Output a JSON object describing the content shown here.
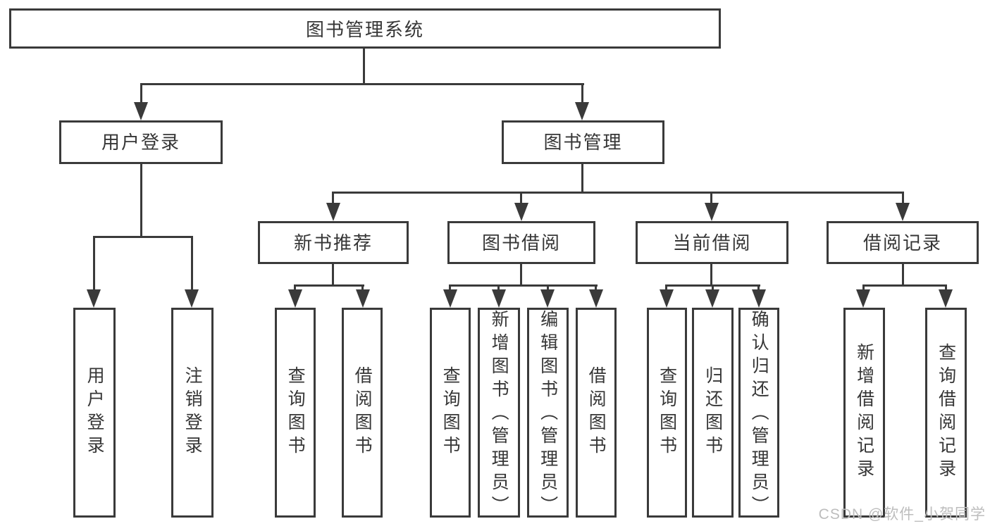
{
  "diagram_type": "hierarchy-tree",
  "watermark": {
    "text": "CSDN @软件_小贺同学"
  },
  "colors": {
    "line": "#3a3a3a",
    "box_fill": "#ffffff",
    "text": "#363636",
    "watermark": "#bdbdbd",
    "background": "#ffffff"
  },
  "tree": {
    "root": "图书管理系统",
    "children": [
      {
        "label": "用户登录",
        "children": [
          "用户登录",
          "注销登录"
        ]
      },
      {
        "label": "图书管理",
        "children": [
          {
            "label": "新书推荐",
            "children": [
              "查询图书",
              "借阅图书"
            ]
          },
          {
            "label": "图书借阅",
            "children": [
              "查询图书",
              "新增图书（管理员）",
              "编辑图书（管理员）",
              "借阅图书"
            ]
          },
          {
            "label": "当前借阅",
            "children": [
              "查询图书",
              "归还图书",
              "确认归还（管理员）"
            ]
          },
          {
            "label": "借阅记录",
            "children": [
              "新增借阅记录",
              "查询借阅记录"
            ]
          }
        ]
      }
    ]
  }
}
